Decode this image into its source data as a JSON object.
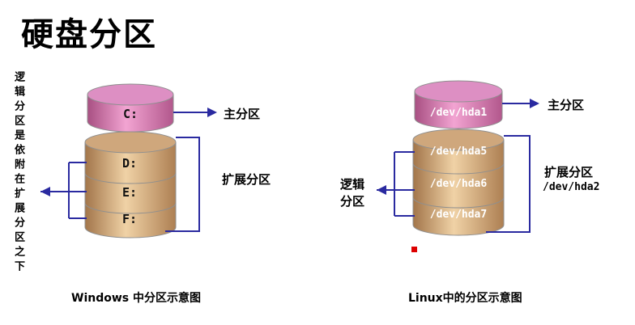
{
  "title": "硬盘分区",
  "side_note": "逻辑分区是依附在扩展分区之下",
  "windows": {
    "caption": "Windows 中分区示意图",
    "primary_partition_label": "C:",
    "logical_labels": [
      "D:",
      "E:",
      "F:"
    ],
    "primary_annotation": "主分区",
    "extended_annotation": "扩展分区"
  },
  "linux": {
    "caption": "Linux中的分区示意图",
    "primary_partition_label": "/dev/hda1",
    "logical_labels": [
      "/dev/hda5",
      "/dev/hda6",
      "/dev/hda7"
    ],
    "primary_annotation": "主分区",
    "extended_annotation": "扩展分区",
    "extended_device": "/dev/hda2",
    "logical_annotation": "逻辑分区"
  },
  "colors": {
    "arrow_blue": "#2a2aa0",
    "primary_pink": "#dd8fc3",
    "extended_tan": "#cfa77c",
    "marker_red": "#dd0000"
  }
}
